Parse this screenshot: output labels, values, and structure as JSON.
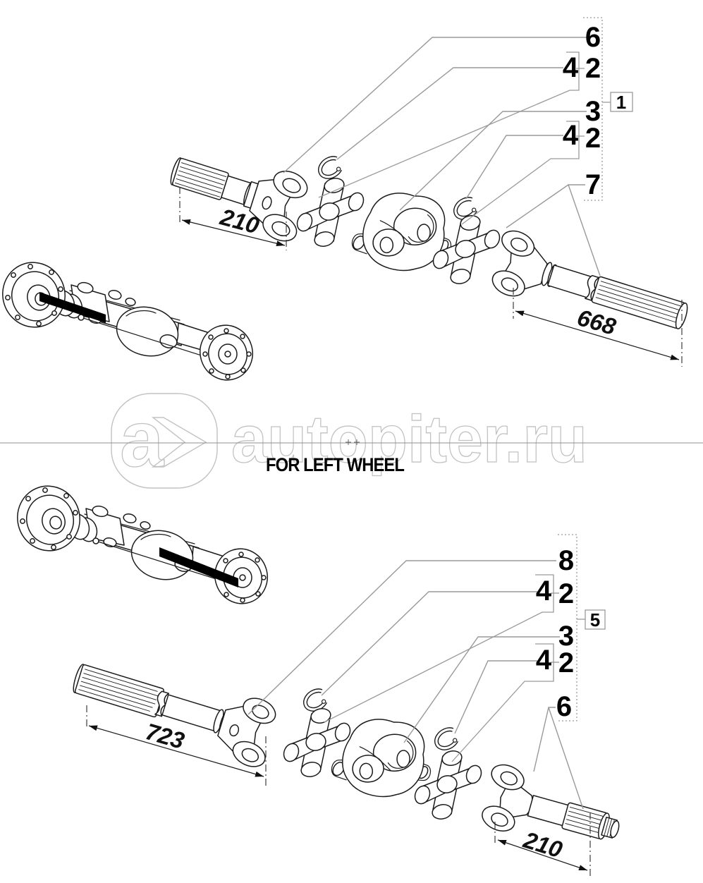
{
  "watermark": {
    "logo_letter": "a",
    "brand_text": "autopiter.ru"
  },
  "note_label": "FOR LEFT WHEEL",
  "assemblies": {
    "top": {
      "assembly_ref": "1",
      "callouts": {
        "c1": "6",
        "c2": "4",
        "c3": "2",
        "c4": "3",
        "c5": "4",
        "c6": "2",
        "c7": "7"
      },
      "dim_short_shaft": "210",
      "dim_long_shaft": "668"
    },
    "bottom": {
      "assembly_ref": "5",
      "callouts": {
        "c1": "8",
        "c2": "4",
        "c3": "2",
        "c4": "3",
        "c5": "4",
        "c6": "2",
        "c7": "6"
      },
      "dim_long_shaft": "723",
      "dim_short_shaft": "210"
    }
  },
  "colors": {
    "diagram_line": "#1b1b1b",
    "leader_line": "#999999",
    "watermark_outline": "#c2c2c2",
    "dimension_text": "#111111",
    "background": "#ffffff"
  }
}
